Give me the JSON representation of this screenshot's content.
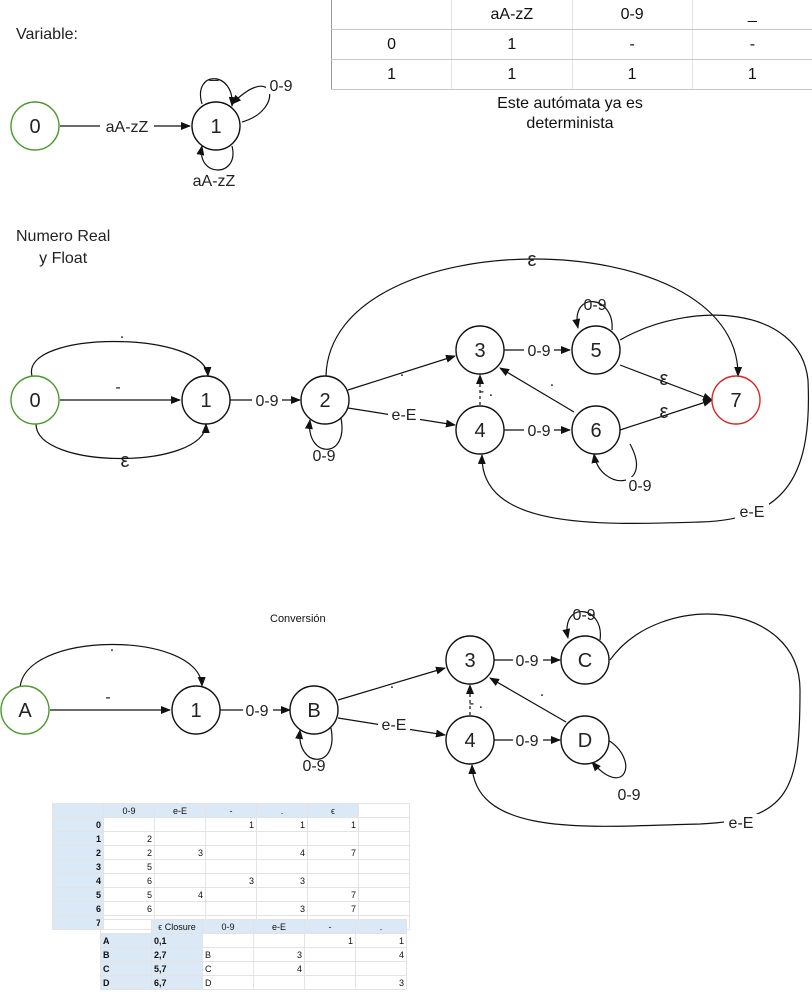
{
  "variable": {
    "title": "Variable:",
    "edge_labels": {
      "start_to_1": "aA-zZ",
      "loop_underscore": "_",
      "loop_digits": "0-9",
      "loop_letters": "aA-zZ"
    },
    "states": [
      "0",
      "1"
    ],
    "table": {
      "headers": [
        "",
        "aA-zZ",
        "0-9",
        "_"
      ],
      "rows": [
        [
          "0",
          "1",
          "-",
          "-"
        ],
        [
          "1",
          "1",
          "1",
          "1"
        ]
      ]
    },
    "note_line1": "Este autómata ya es",
    "note_line2": "determinista"
  },
  "real": {
    "title_line1": "Numero Real",
    "title_line2": "y Float",
    "states": [
      "0",
      "1",
      "2",
      "3",
      "4",
      "5",
      "6",
      "7"
    ],
    "labels": {
      "dot": ".",
      "minus": "-",
      "eps": "ε",
      "digits": "0-9",
      "exp": "e-E",
      "dash_dot": "- ."
    }
  },
  "conversion": {
    "title": "Conversión",
    "states": [
      "A",
      "1",
      "B",
      "3",
      "4",
      "C",
      "D"
    ],
    "labels": {
      "dot": ".",
      "minus": "-",
      "digits": "0-9",
      "exp": "e-E",
      "dash_dot": "- ."
    }
  },
  "sheet1": {
    "headers": [
      "",
      "0-9",
      "e-E",
      "-",
      ".",
      "ϵ"
    ],
    "rows": [
      [
        "0",
        "",
        "",
        "1",
        "1",
        "1"
      ],
      [
        "1",
        "2",
        "",
        "",
        "",
        ""
      ],
      [
        "2",
        "2",
        "3",
        "",
        "4",
        "7"
      ],
      [
        "3",
        "5",
        "",
        "",
        "",
        ""
      ],
      [
        "4",
        "6",
        "",
        "3",
        "3",
        ""
      ],
      [
        "5",
        "5",
        "4",
        "",
        "",
        "7"
      ],
      [
        "6",
        "6",
        "",
        "",
        "3",
        "7"
      ],
      [
        "7",
        "",
        "",
        "",
        "",
        ""
      ]
    ]
  },
  "sheet2": {
    "headers": [
      "",
      "ϵ Closure",
      "0-9",
      "e-E",
      "-",
      "."
    ],
    "rows": [
      [
        "A",
        "0,1",
        "",
        "",
        "1",
        "1"
      ],
      [
        "B",
        "2,7",
        "B",
        "3",
        "",
        "4"
      ],
      [
        "C",
        "5,7",
        "C",
        "4",
        "",
        ""
      ],
      [
        "D",
        "6,7",
        "D",
        "",
        "",
        "3"
      ]
    ]
  },
  "colors": {
    "start_state": "#4a9a2a",
    "final_state": "#d62828",
    "sheet_header": "#dbe8f5"
  }
}
